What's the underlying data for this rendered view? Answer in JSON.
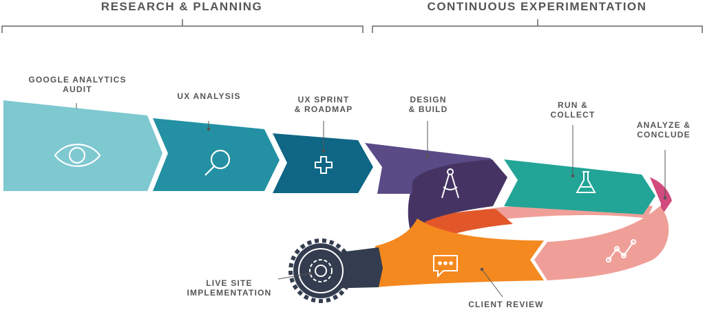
{
  "phases": [
    {
      "title": "RESEARCH & PLANNING"
    },
    {
      "title": "CONTINUOUS EXPERIMENTATION"
    }
  ],
  "steps": [
    {
      "label": "GOOGLE ANALYTICS\nAUDIT",
      "icon": "eye-icon",
      "color": "#7ec8d0"
    },
    {
      "label": "UX ANALYSIS",
      "icon": "magnifier-icon",
      "color": "#2391a3"
    },
    {
      "label": "UX SPRINT\n& ROADMAP",
      "icon": "plus-icon",
      "color": "#0f6685"
    },
    {
      "label": "DESIGN\n& BUILD",
      "icon": "compass-icon",
      "color": "#5a4a86"
    },
    {
      "label": "RUN &\nCOLLECT",
      "icon": "flask-icon",
      "color": "#22a597"
    },
    {
      "label": "ANALYZE &\nCONCLUDE",
      "icon": "trend-line-icon",
      "color": "#d14b7f"
    },
    {
      "label": "CLIENT REVIEW",
      "icon": "chat-bubble-icon",
      "color": "#f4891f"
    },
    {
      "label": "LIVE SITE\nIMPLEMENTATION",
      "icon": "gear-icon",
      "color": "#333d4f"
    }
  ],
  "colors": {
    "bracket": "#666666",
    "leader": "#555555",
    "pink_band": "#ef9f98",
    "design_dark": "#453463",
    "orange_dark": "#e2572a"
  }
}
